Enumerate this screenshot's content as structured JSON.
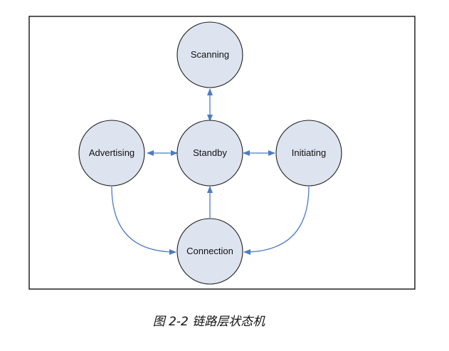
{
  "diagram": {
    "nodes": [
      {
        "id": "scanning",
        "label": "Scanning"
      },
      {
        "id": "standby",
        "label": "Standby"
      },
      {
        "id": "advertising",
        "label": "Advertising"
      },
      {
        "id": "initiating",
        "label": "Initiating"
      },
      {
        "id": "connection",
        "label": "Connection"
      }
    ],
    "edges": [
      {
        "from": "standby",
        "to": "scanning",
        "bidirectional": true
      },
      {
        "from": "standby",
        "to": "advertising",
        "bidirectional": true
      },
      {
        "from": "standby",
        "to": "initiating",
        "bidirectional": true
      },
      {
        "from": "connection",
        "to": "standby",
        "bidirectional": false
      },
      {
        "from": "advertising",
        "to": "connection",
        "bidirectional": false
      },
      {
        "from": "initiating",
        "to": "connection",
        "bidirectional": false
      }
    ]
  },
  "caption": "图 2-2 链路层状态机",
  "colors": {
    "node_fill": "#dde3ef",
    "node_stroke": "#1e1e1e",
    "arrow": "#4b7cc4",
    "frame": "#000000"
  }
}
